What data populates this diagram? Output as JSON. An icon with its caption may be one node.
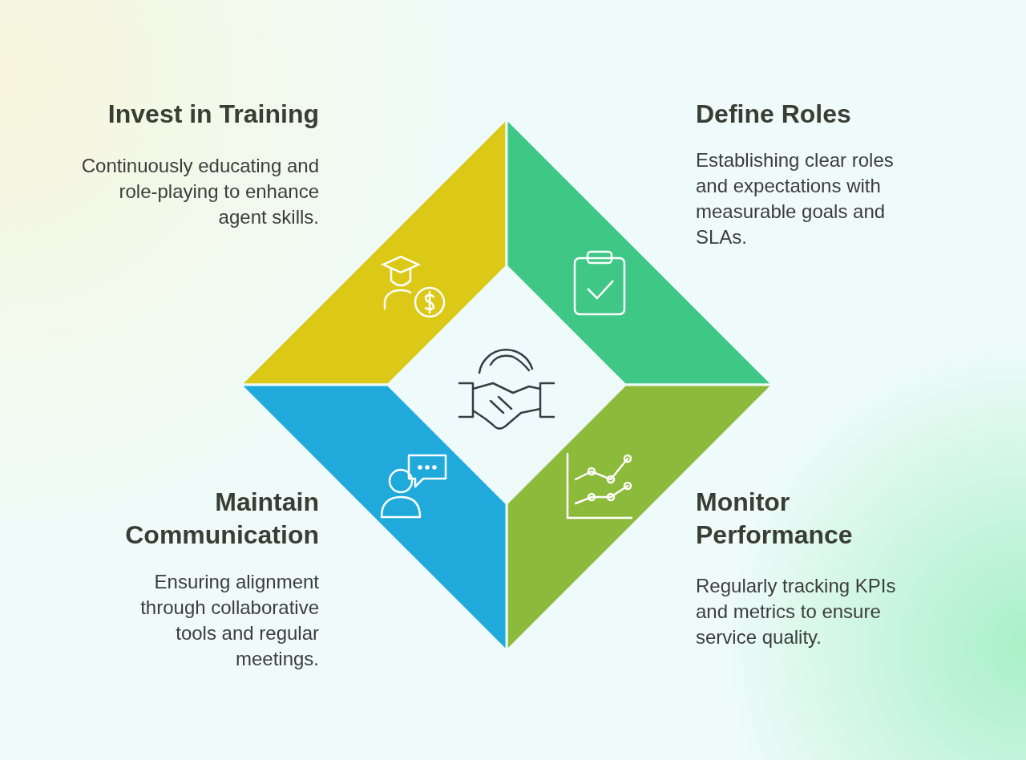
{
  "diagram": {
    "labels": [
      "Invest in Training",
      "Define Roles",
      "Continuously educating and role-playing to enhance agent skills.",
      "Establishing clear roles and expectations with measurable goals and SLAs.",
      "Maintain Communication",
      "Monitor Performance",
      "Ensuring alignment through collaborative tools and regular meetings.",
      "Regularly tracking KPIs and metrics to ensure service quality."
    ]
  }
}
